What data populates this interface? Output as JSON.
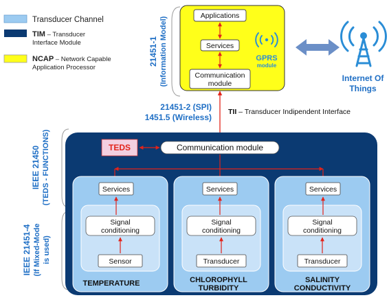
{
  "legend": {
    "channel": {
      "label": "Transducer Channel"
    },
    "tim": {
      "bold": "TIM",
      "rest1": " – Transducer",
      "rest2": "Interface Module"
    },
    "ncap": {
      "bold": "NCAP",
      "rest1": " – Network Capable",
      "rest2": "Application Processor"
    }
  },
  "ncap_box": {
    "applications": "Applications",
    "services": "Services",
    "comm_line1": "Communication",
    "comm_line2": "module",
    "gprs_line1": "GPRS",
    "gprs_line2": "module"
  },
  "side_labels": {
    "info_model_1": "21451-1",
    "info_model_2": "(Information Model)",
    "teds_1": "IEEE 21450",
    "teds_2": "(TEDS - FUNCTIONS)",
    "mixed_1": "IEEE 21451-4",
    "mixed_2": "(If Mixed-Mode",
    "mixed_3": "is used)"
  },
  "interface": {
    "spi": "21451-2 (SPI)",
    "wireless": "1451.5   (Wireless)",
    "tii_bold": "TII",
    "tii_rest": " – Transducer Indipendent Interface"
  },
  "iot": {
    "line1": "Internet Of",
    "line2": "Things"
  },
  "tim_box": {
    "teds": "TEDS",
    "comm": "Communication module"
  },
  "channels": [
    {
      "services": "Services",
      "signal1": "Signal",
      "signal2": "conditioning",
      "device": "Sensor",
      "title1": "TEMPERATURE",
      "title2": ""
    },
    {
      "services": "Services",
      "signal1": "Signal",
      "signal2": "conditioning",
      "device": "Transducer",
      "title1": "CHLOROPHYLL",
      "title2": "TURBIDITY"
    },
    {
      "services": "Services",
      "signal1": "Signal",
      "signal2": "conditioning",
      "device": "Transducer",
      "title1": "SALINITY",
      "title2": "CONDUCTIVITY"
    }
  ],
  "colors": {
    "channel": "#9ccbf1",
    "tim": "#0b3a72",
    "ncap": "#ffff1a",
    "arrow": "#e2231a",
    "label_blue": "#1f6fc5",
    "bidir_arrow": "#6b8fc7"
  }
}
